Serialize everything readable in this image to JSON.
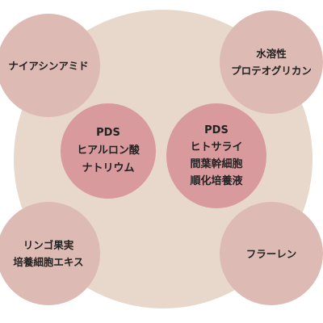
{
  "colors": {
    "big_circle": "#e8d8cc",
    "outer_bubble": "#ddbab3",
    "inner_bubble": "#d99a9e",
    "text": "#222222"
  },
  "bubbles": {
    "top_left": {
      "lines": [
        "ナイアシンアミド"
      ]
    },
    "top_right": {
      "lines": [
        "水溶性",
        "プロテオグリカン"
      ]
    },
    "bottom_left": {
      "lines": [
        "リンゴ果実",
        "培養細胞エキス"
      ]
    },
    "bottom_right": {
      "lines": [
        "フラーレン"
      ]
    },
    "center_left": {
      "lines": [
        "PDS",
        "ヒアルロン酸",
        "ナトリウム"
      ]
    },
    "center_right": {
      "lines": [
        "PDS",
        "ヒトサライ",
        "間葉幹細胞",
        "順化培養液"
      ]
    }
  }
}
